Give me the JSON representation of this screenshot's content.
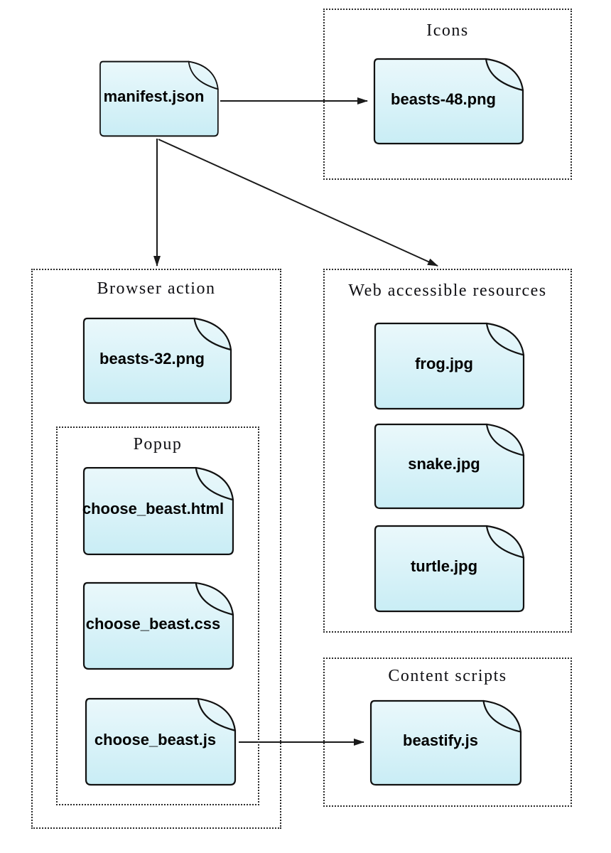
{
  "page": {
    "background": "#ffffff"
  },
  "palette": {
    "paper_fill_top": "#eaf8fb",
    "paper_fill_bottom": "#c9edf5",
    "paper_border": "#111111",
    "group_border": "#2b2b2b",
    "group_title_color": "#101014",
    "file_label_color": "#000000",
    "arrow_color": "#1a1a1a"
  },
  "groups": {
    "icons": {
      "title": "Icons"
    },
    "browser_action": {
      "title": "Browser action"
    },
    "popup": {
      "title": "Popup"
    },
    "web_accessible_resources": {
      "title": "Web accessible resources"
    },
    "content_scripts": {
      "title": "Content scripts"
    }
  },
  "files": {
    "manifest": {
      "label": "manifest.json"
    },
    "beasts_48": {
      "label": "beasts-48.png"
    },
    "beasts_32": {
      "label": "beasts-32.png"
    },
    "choose_beast_html": {
      "label": "choose_beast.html"
    },
    "choose_beast_css": {
      "label": "choose_beast.css"
    },
    "choose_beast_js": {
      "label": "choose_beast.js"
    },
    "frog": {
      "label": "frog.jpg"
    },
    "snake": {
      "label": "snake.jpg"
    },
    "turtle": {
      "label": "turtle.jpg"
    },
    "beastify": {
      "label": "beastify.js"
    }
  },
  "connections": [
    {
      "from": "manifest.json",
      "to": "beasts-48.png"
    },
    {
      "from": "manifest.json",
      "to": "Browser action"
    },
    {
      "from": "manifest.json",
      "to": "Web accessible resources"
    },
    {
      "from": "choose_beast.js",
      "to": "beastify.js"
    }
  ]
}
